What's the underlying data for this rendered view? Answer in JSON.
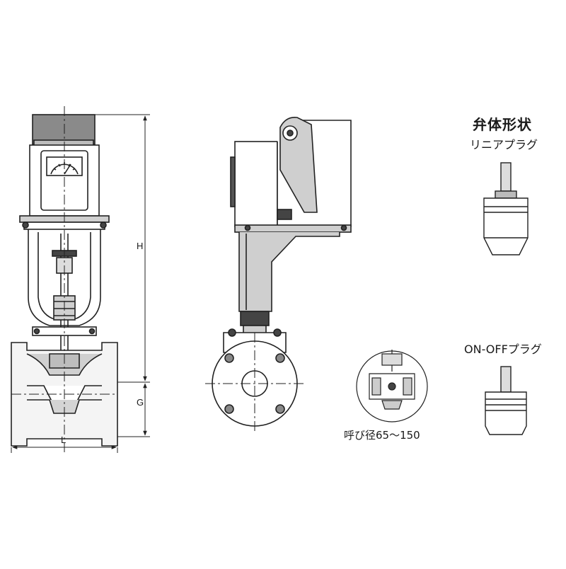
{
  "labels": {
    "body_shape_title": "弁体形状",
    "linear_plug": "リニアプラグ",
    "onoff_plug": "ON-OFFプラグ",
    "nominal_size": "呼び径65～150"
  },
  "dimensions": {
    "height": "H",
    "center_height": "G",
    "length": "L"
  },
  "colors": {
    "line": "#222222",
    "shade": "#9a9a9a",
    "dark_fill": "#555555",
    "light_fill": "#ededed",
    "background": "#ffffff"
  }
}
